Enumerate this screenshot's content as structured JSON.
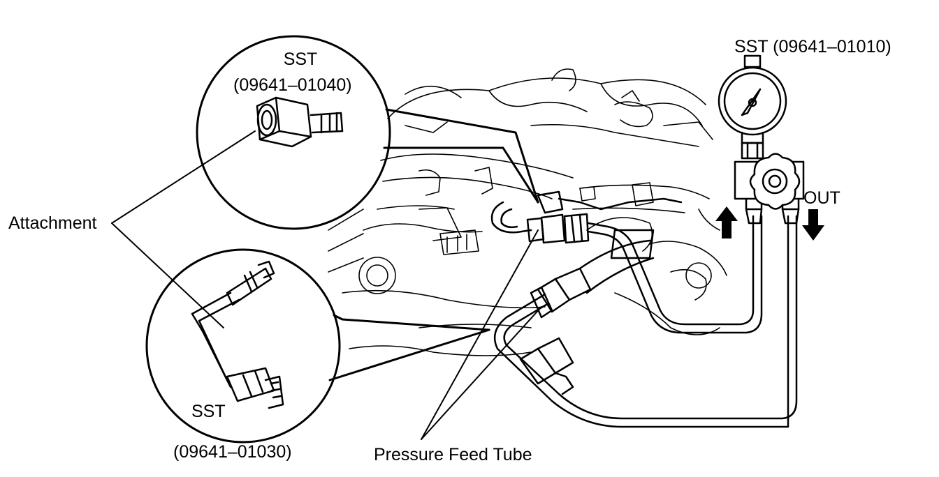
{
  "labels": {
    "sst_top_left": "SST",
    "sst_top_left_part": "(09641–01040)",
    "sst_gauge": "SST  (09641–01010)",
    "attachment": "Attachment",
    "sst_bottom_left": "SST",
    "sst_bottom_left_part": "(09641–01030)",
    "pressure_feed_tube": "Pressure Feed Tube",
    "out": "OUT"
  }
}
